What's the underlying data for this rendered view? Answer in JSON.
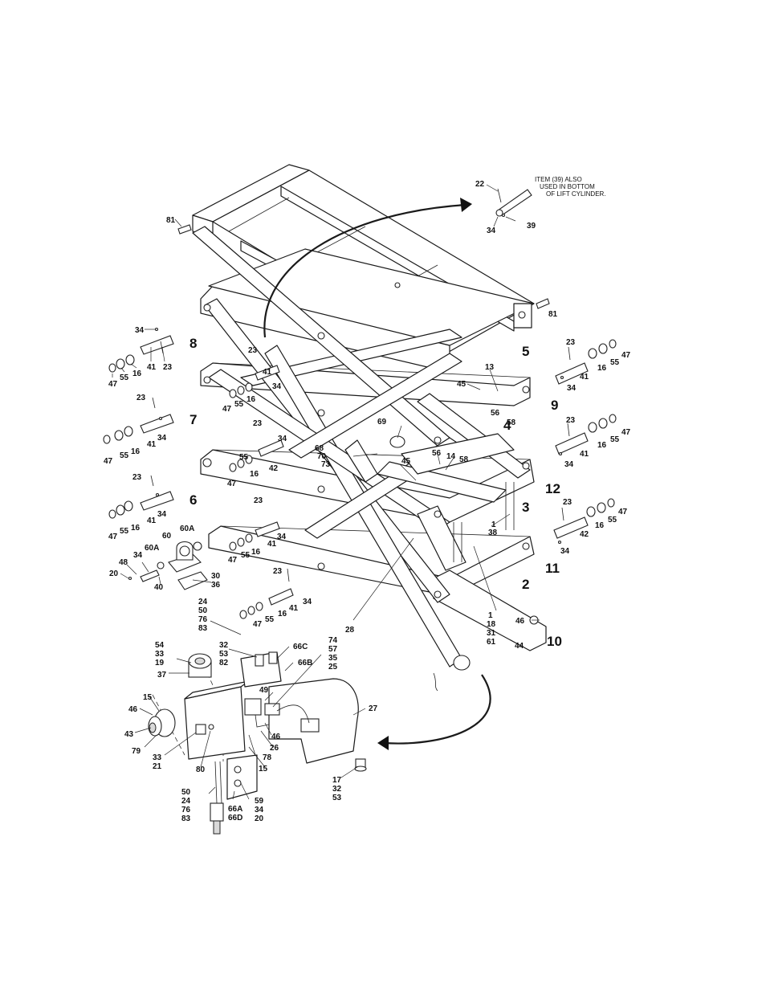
{
  "note": {
    "line1": "ITEM (39) ALSO",
    "line2": "USED IN BOTTOM",
    "line3": "OF LIFT CYLINDER."
  },
  "assemblies": [
    {
      "id": "a8",
      "text": "8"
    },
    {
      "id": "a7",
      "text": "7"
    },
    {
      "id": "a6",
      "text": "6"
    },
    {
      "id": "a5",
      "text": "5"
    },
    {
      "id": "a9",
      "text": "9"
    },
    {
      "id": "a4",
      "text": "4"
    },
    {
      "id": "a12",
      "text": "12"
    },
    {
      "id": "a3",
      "text": "3"
    },
    {
      "id": "a11",
      "text": "11"
    },
    {
      "id": "a2",
      "text": "2"
    },
    {
      "id": "a10",
      "text": "10"
    }
  ],
  "callouts": {
    "c22": "22",
    "c39": "39",
    "c34a": "34",
    "c81a": "81",
    "c81b": "81",
    "c34b": "34",
    "c41a": "41",
    "c23a": "23",
    "c47a": "47",
    "c55a": "55",
    "c16a": "16",
    "c23b": "23",
    "c41b": "41",
    "c34c": "34",
    "c47b": "47",
    "c55b": "55",
    "c16b": "16",
    "c23c": "23",
    "c41c": "41",
    "c34d": "34",
    "c47c": "47",
    "c55c": "55",
    "c16c": "16",
    "c23m1": "23",
    "c41m1": "41",
    "c34m1": "34",
    "c16m1": "16",
    "c47m2": "47",
    "c55m2": "55",
    "c16m2": "16",
    "c23m2": "23",
    "c34m3": "34",
    "c42m3": "42",
    "c55m3": "55",
    "c47m3": "47",
    "c16m3": "16",
    "c23m3": "23",
    "c16m4": "16",
    "c41m4": "41",
    "c34m4": "34",
    "c47m4": "47",
    "c55m4": "55",
    "c23m5": "23",
    "c34m5": "34",
    "c41m5": "41",
    "c16m5": "16",
    "c55m5": "55",
    "c47m5": "47",
    "c13": "13",
    "c45a": "45",
    "c56a": "56",
    "c58a": "58",
    "c69": "69",
    "c68": "68",
    "c70": "70",
    "c73": "73",
    "c45b": "45",
    "c56b": "56",
    "c14": "14",
    "c58b": "58",
    "c1a": "1",
    "c38": "38",
    "c1b": "1",
    "c18": "18",
    "c31": "31",
    "c61": "61",
    "c28": "28",
    "c46a": "46",
    "c44": "44",
    "c23r1": "23",
    "c41r1": "41",
    "c34r1": "34",
    "c16r1": "16",
    "c55r1": "55",
    "c47r1": "47",
    "c23r2": "23",
    "c41r2": "41",
    "c34r2": "34",
    "c16r2": "16",
    "c55r2": "55",
    "c47r2": "47",
    "c23r3": "23",
    "c42r3": "42",
    "c34r3": "34",
    "c16r3": "16",
    "c55r3": "55",
    "c47r3": "47",
    "c60": "60",
    "c60Aa": "60A",
    "c60Ab": "60A",
    "c48": "48",
    "c34e": "34",
    "c20a": "20",
    "c40": "40",
    "c30": "30",
    "c36": "36",
    "c24a": "24",
    "c50a": "50",
    "c76a": "76",
    "c83a": "83",
    "c32a": "32",
    "c53a": "53",
    "c82": "82",
    "c66C": "66C",
    "c66B": "66B",
    "c74": "74",
    "c57": "57",
    "c35": "35",
    "c25": "25",
    "c54": "54",
    "c33a": "33",
    "c19": "19",
    "c37": "37",
    "c15a": "15",
    "c46b": "46",
    "c43": "43",
    "c79": "79",
    "c33b": "33",
    "c21": "21",
    "c80": "80",
    "c49": "49",
    "c46c": "46",
    "c26": "26",
    "c78": "78",
    "c15b": "15",
    "c27": "27",
    "c17": "17",
    "c32b": "32",
    "c53b": "53",
    "c50b": "50",
    "c24b": "24",
    "c76b": "76",
    "c83b": "83",
    "c66A": "66A",
    "c66D": "66D",
    "c59": "59",
    "c34f": "34",
    "c20b": "20"
  }
}
